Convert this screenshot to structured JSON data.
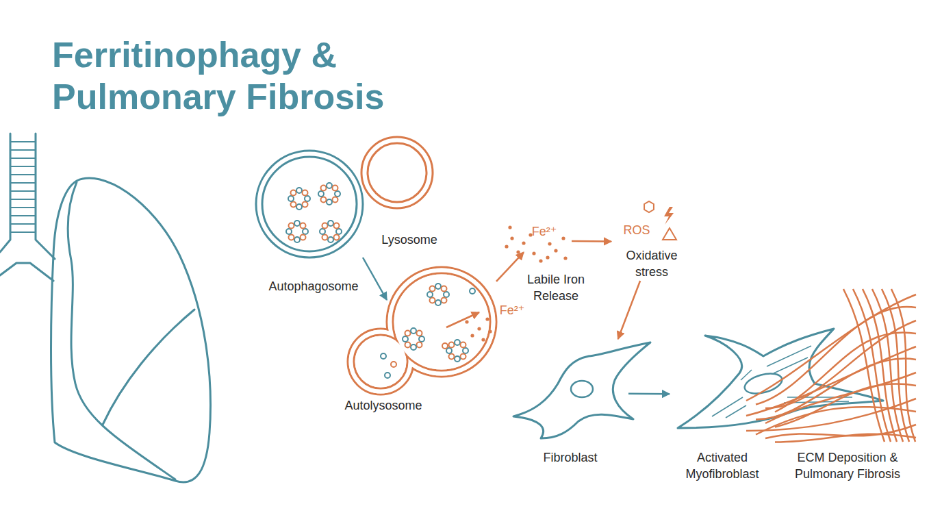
{
  "diagram": {
    "title": "Ferritinophagy & Pulmonary Fibrosis",
    "nodes": [
      {
        "text": [
          "Autophagosome"
        ]
      },
      {
        "text": [
          "Lysosome"
        ]
      },
      {
        "text": [
          "Autolysosome"
        ]
      },
      {
        "text": [
          "Labile Iron Release"
        ]
      },
      {
        "text": [
          "Oxidative stress"
        ]
      },
      {
        "text": [
          "Fibroblast"
        ]
      },
      {
        "text": [
          "Activated Myofibroblast"
        ]
      },
      {
        "text": [
          "ECM Deposition & Pulmonary Fibrosis"
        ]
      }
    ],
    "edges": [
      {
        "from": 0,
        "to": 2,
        "arrow": "to"
      },
      {
        "from": 2,
        "to": 3,
        "arrow": "to"
      },
      {
        "from": 3,
        "to": 4,
        "arrow": "to"
      },
      {
        "from": 4,
        "to": 5,
        "arrow": "to"
      },
      {
        "from": 5,
        "to": 6,
        "arrow": "to"
      }
    ],
    "labels": [
      "Fe²⁺",
      "ROS",
      "Fe²⁺"
    ]
  }
}
